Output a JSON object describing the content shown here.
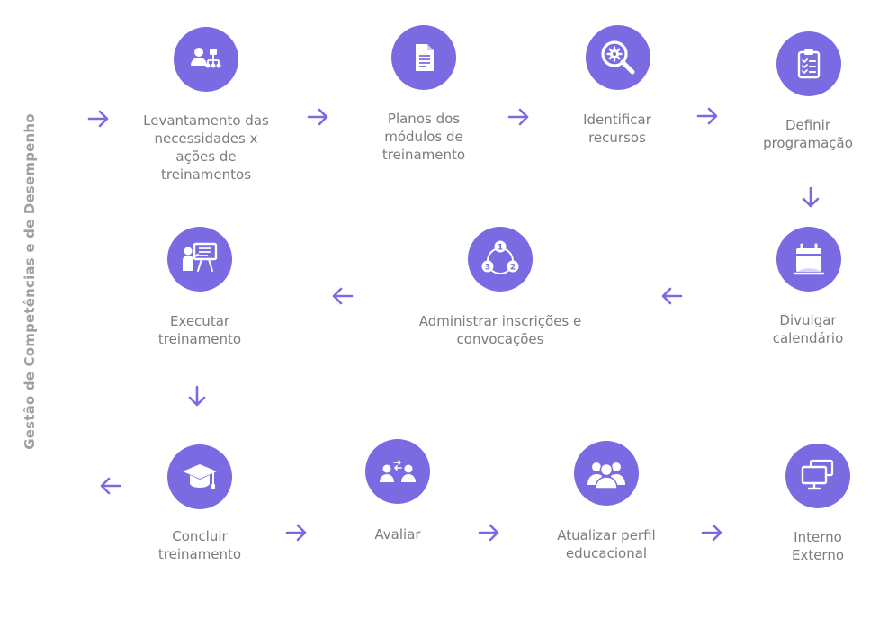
{
  "side_title": "Gestão de Competências e de Desempenho",
  "accent_color": "#7b6be3",
  "text_color": "#7c7c7c",
  "steps": [
    {
      "icon": "team-hierarchy-icon",
      "lines": [
        "Levantamento das",
        "necessidades x",
        "ações de",
        "treinamentos"
      ]
    },
    {
      "icon": "document-icon",
      "lines": [
        "Planos dos",
        "módulos de",
        "treinamento"
      ]
    },
    {
      "icon": "magnifier-gear-icon",
      "lines": [
        "Identificar",
        "recursos"
      ]
    },
    {
      "icon": "clipboard-checklist-icon",
      "lines": [
        "Definir",
        "programação"
      ]
    },
    {
      "icon": "calendar-icon",
      "lines": [
        "Divulgar",
        "calendário"
      ]
    },
    {
      "icon": "cycle-steps-icon",
      "lines": [
        "Administrar inscrições e",
        "convocações"
      ],
      "badges": [
        "1",
        "2",
        "3"
      ]
    },
    {
      "icon": "presenter-board-icon",
      "lines": [
        "Executar",
        "treinamento"
      ]
    },
    {
      "icon": "graduation-cap-icon",
      "lines": [
        "Concluir",
        "treinamento"
      ]
    },
    {
      "icon": "people-exchange-icon",
      "lines": [
        "Avaliar"
      ]
    },
    {
      "icon": "user-group-icon",
      "lines": [
        "Atualizar perfil",
        "educacional"
      ]
    },
    {
      "icon": "monitors-icon",
      "lines": [
        "Interno",
        "Externo"
      ]
    }
  ]
}
